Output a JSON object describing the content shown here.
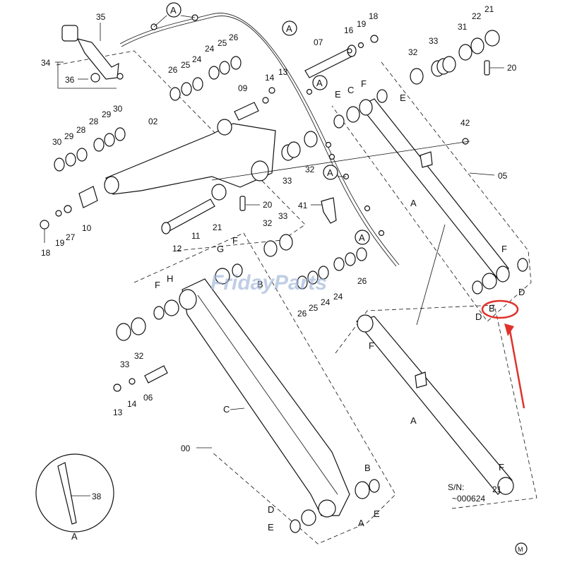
{
  "labels": {
    "l00": "00",
    "l02": "02",
    "l05": "05",
    "l06": "06",
    "l07": "07",
    "l09": "09",
    "l10": "10",
    "l11": "11",
    "l12": "12",
    "l13a": "13",
    "l13b": "13",
    "l14a": "14",
    "l14b": "14",
    "l16": "16",
    "l18a": "18",
    "l18b": "18",
    "l19a": "19",
    "l19b": "19",
    "l20a": "20",
    "l20b": "20",
    "l21a": "21",
    "l21b": "21",
    "l21c": "21",
    "l22": "22",
    "l24a": "24",
    "l24b": "24",
    "l24c": "24",
    "l24d": "24",
    "l25a": "25",
    "l25b": "25",
    "l25c": "25",
    "l26a": "26",
    "l26b": "26",
    "l26c": "26",
    "l26d": "26",
    "l27": "27",
    "l28a": "28",
    "l28b": "28",
    "l29a": "29",
    "l29b": "29",
    "l30a": "30",
    "l30b": "30",
    "l31": "31",
    "l32a": "32",
    "l32b": "32",
    "l32c": "32",
    "l32d": "32",
    "l33a": "33",
    "l33b": "33",
    "l33c": "33",
    "l33d": "33",
    "l34": "34",
    "l35": "35",
    "l36": "36",
    "l38": "38",
    "l41": "41",
    "l42": "42",
    "lA1": "A",
    "lA2": "A",
    "lA3": "A",
    "lA4": "A",
    "lA5": "A",
    "lA6": "A",
    "lA7": "A",
    "lA8": "A",
    "lA9": "A",
    "lB1": "B",
    "lB2": "B",
    "lB3": "B",
    "lC1": "C",
    "lC2": "C",
    "lD1": "D",
    "lD2": "D",
    "lD3": "D",
    "lE1": "E",
    "lE2": "E",
    "lE3": "E",
    "lE4": "E",
    "lF1": "F",
    "lF2": "F",
    "lF3": "F",
    "lF4": "F",
    "lF5": "F",
    "lF6": "F",
    "lG": "G",
    "lH": "H"
  },
  "serial_note": {
    "line1": "S/N:",
    "line2": "~000624"
  },
  "watermark": "FridayParts",
  "brand_mark": "M",
  "colors": {
    "highlight": "#e0322b",
    "watermark": "#9fb4d8",
    "ink": "#111111"
  }
}
